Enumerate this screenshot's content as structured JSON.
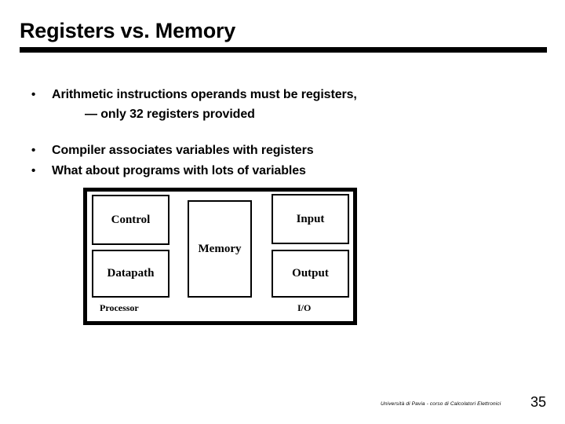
{
  "slide": {
    "title": "Registers vs. Memory",
    "page_number": "35",
    "footer_credit": "Università di Pavia  - corso di Calcolatori Elettronici",
    "accent_color": "#000000",
    "background_color": "#ffffff"
  },
  "bullets": [
    {
      "marker": "•",
      "text": "Arithmetic instructions operands must be registers,",
      "subtext": "— only 32 registers provided"
    },
    {
      "marker": "•",
      "text": "Compiler associates variables with registers"
    },
    {
      "marker": "•",
      "text": "What about programs with lots of variables"
    }
  ],
  "diagram": {
    "boxes": [
      {
        "id": "control",
        "label": "Control"
      },
      {
        "id": "datapath",
        "label": "Datapath"
      },
      {
        "id": "memory",
        "label": "Memory"
      },
      {
        "id": "input",
        "label": "Input"
      },
      {
        "id": "output",
        "label": "Output"
      }
    ],
    "labels": [
      {
        "id": "processor",
        "label": "Processor"
      },
      {
        "id": "io",
        "label": "I/O"
      }
    ]
  }
}
